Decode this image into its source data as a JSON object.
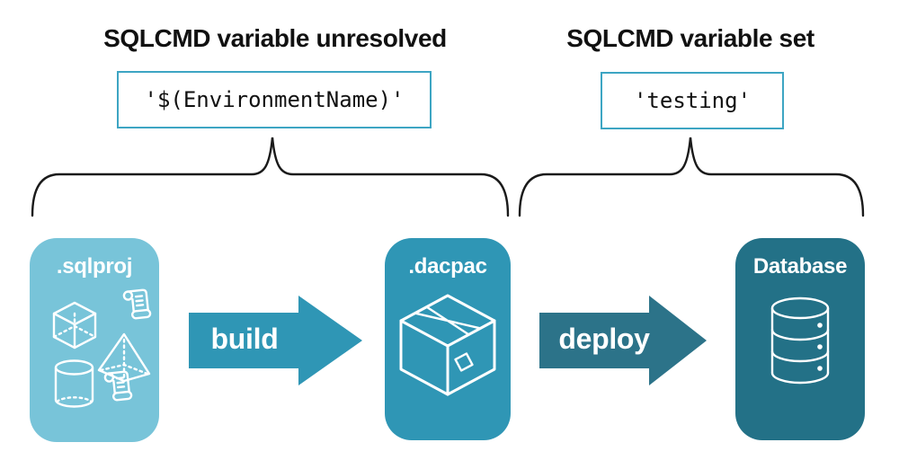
{
  "annotations": [
    {
      "title": "SQLCMD variable unresolved",
      "value": "'$(EnvironmentName)'"
    },
    {
      "title": "SQLCMD variable set",
      "value": "'testing'"
    }
  ],
  "nodes": [
    {
      "label": ".sqlproj",
      "icon": "sql-project-objects-icon",
      "color": "#78C4D9"
    },
    {
      "label": ".dacpac",
      "icon": "package-box-icon",
      "color": "#2F96B5"
    },
    {
      "label": "Database",
      "icon": "database-cylinder-icon",
      "color": "#237187"
    }
  ],
  "arrows": [
    {
      "label": "build",
      "color": "#2F96B5"
    },
    {
      "label": "deploy",
      "color": "#2C7389"
    }
  ],
  "colors": {
    "background": "#FFFFFF",
    "heading_text": "#111111",
    "code_text": "#111111",
    "code_box_border": "#3DA5C3",
    "brace_stroke": "#1A1A1A",
    "icon_stroke": "#FFFFFF"
  }
}
